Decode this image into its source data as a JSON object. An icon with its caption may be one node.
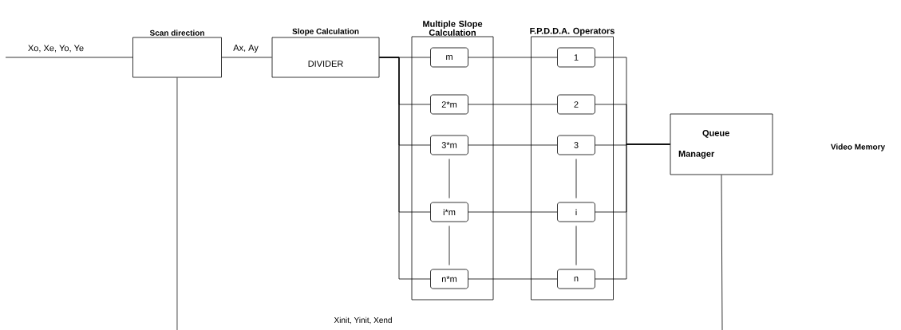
{
  "diagram": {
    "nodes": [
      {
        "text": [
          "Scan direction"
        ]
      },
      {
        "text": [
          "Slope Calculation",
          "DIVIDER"
        ]
      },
      {
        "text": [
          "Multiple Slope Calculation"
        ]
      },
      {
        "text": [
          "m"
        ],
        "in": 2
      },
      {
        "text": [
          "2*m"
        ],
        "in": 2
      },
      {
        "text": [
          "3*m"
        ],
        "in": 2
      },
      {
        "text": [
          "i*m"
        ],
        "in": 2
      },
      {
        "text": [
          "n*m"
        ],
        "in": 2
      },
      {
        "text": [
          "F.P.D.D.A. Operators"
        ]
      },
      {
        "text": [
          "1"
        ],
        "in": 8
      },
      {
        "text": [
          "2"
        ],
        "in": 8
      },
      {
        "text": [
          "3"
        ],
        "in": 8
      },
      {
        "text": [
          "i"
        ],
        "in": 8
      },
      {
        "text": [
          "n"
        ],
        "in": 8
      },
      {
        "text": [
          "Queue Manager"
        ]
      }
    ],
    "edges": [
      {
        "from": null,
        "to": 0,
        "arrow": "none",
        "label": "Xo, Xe, Yo, Ye"
      },
      {
        "from": 0,
        "to": 1,
        "arrow": "none",
        "label": "Ax, Ay"
      },
      {
        "from": 1,
        "to": 3,
        "arrow": "none"
      },
      {
        "from": 1,
        "to": 4,
        "arrow": "none"
      },
      {
        "from": 1,
        "to": 5,
        "arrow": "none"
      },
      {
        "from": 1,
        "to": 6,
        "arrow": "none"
      },
      {
        "from": 1,
        "to": 7,
        "arrow": "none"
      },
      {
        "from": 3,
        "to": 9,
        "arrow": "none"
      },
      {
        "from": 4,
        "to": 10,
        "arrow": "none"
      },
      {
        "from": 5,
        "to": 11,
        "arrow": "none"
      },
      {
        "from": 6,
        "to": 12,
        "arrow": "none"
      },
      {
        "from": 7,
        "to": 13,
        "arrow": "none"
      },
      {
        "from": 9,
        "to": 14,
        "arrow": "none"
      },
      {
        "from": 10,
        "to": 14,
        "arrow": "none"
      },
      {
        "from": 11,
        "to": 14,
        "arrow": "none"
      },
      {
        "from": 12,
        "to": 14,
        "arrow": "none"
      },
      {
        "from": 13,
        "to": 14,
        "arrow": "none"
      },
      {
        "from": 5,
        "to": 6,
        "arrow": "none"
      },
      {
        "from": 6,
        "to": 7,
        "arrow": "none"
      },
      {
        "from": 11,
        "to": 12,
        "arrow": "none"
      },
      {
        "from": 12,
        "to": 13,
        "arrow": "none"
      },
      {
        "from": 0,
        "to": null,
        "arrow": "none"
      },
      {
        "from": 14,
        "to": null,
        "arrow": "none"
      }
    ],
    "labels": [
      "Video Memory",
      "Xinit, Yinit, Xend"
    ]
  }
}
